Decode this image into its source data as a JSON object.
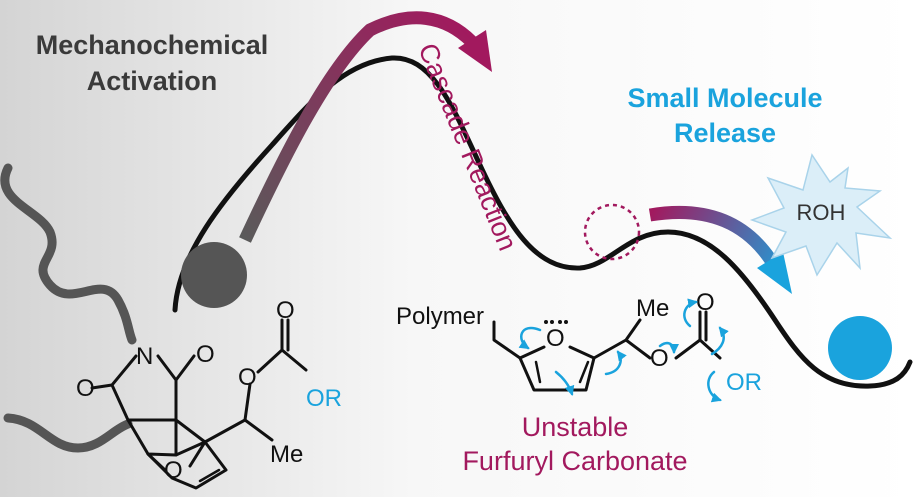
{
  "labels": {
    "activation_line1": "Mechanochemical",
    "activation_line2": "Activation",
    "cascade": "Cascade Reaction",
    "release_line1": "Small Molecule",
    "release_line2": "Release",
    "rel_molecule": "ROH",
    "unstable_line1": "Unstable",
    "unstable_line2": "Furfuryl Carbonate"
  },
  "atoms": {
    "polymer": "Polymer",
    "me": "Me",
    "o": "O",
    "or": "OR",
    "n": "N"
  },
  "colors": {
    "activation_text": "#3a3a3a",
    "magenta": "#a2195e",
    "blue": "#1aa3dd",
    "dark_ball": "#555555",
    "curve": "#111111",
    "polymer_chain": "#555555"
  }
}
